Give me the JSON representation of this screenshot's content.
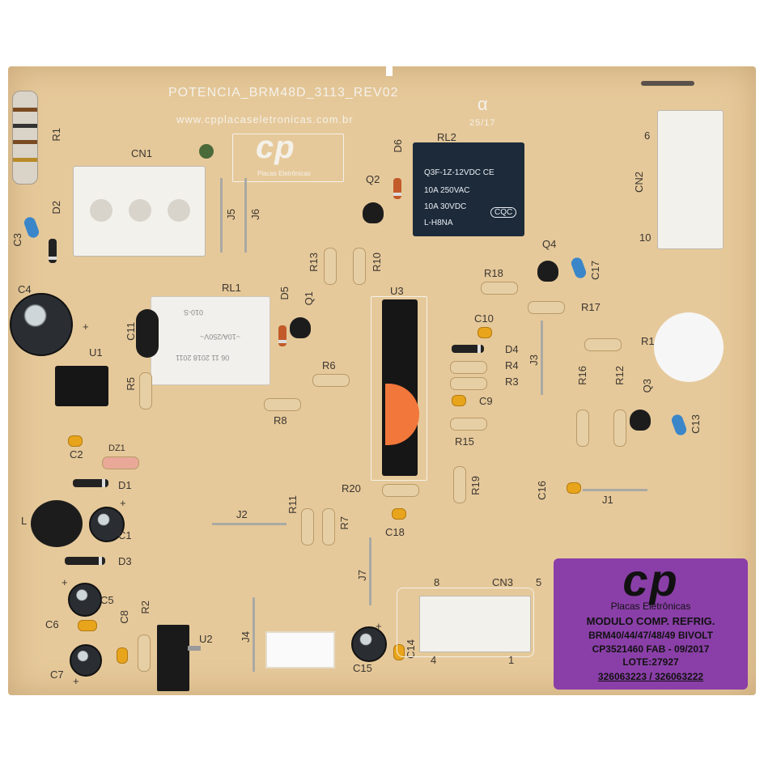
{
  "board": {
    "title": "POTENCIA_BRM48D_3113_REV02",
    "website": "www.cpplacaseletronicas.com.br",
    "alpha_mark": "α",
    "date_code": "25/17",
    "silk_logo": "cp",
    "silk_logo_sub": "Placas Eletrônicas"
  },
  "relays": {
    "rl2": {
      "line1": "Q3F-1Z-12VDC CE",
      "line2": "10A 250VAC",
      "line3": "10A 30VDC",
      "line4": "L-H8NA",
      "badge": "CQC"
    },
    "rl1": {
      "line1": "010-S",
      "line2": "~10A/250V~",
      "line3": "06 11 2018 2011"
    }
  },
  "labels": {
    "r1": "R1",
    "d2": "D2",
    "c3": "C3",
    "c4": "C4",
    "u1": "U1",
    "r5": "R5",
    "c11": "C11",
    "cn1": "CN1",
    "j5": "J5",
    "j6": "J6",
    "rl1": "RL1",
    "d5": "D5",
    "q1": "Q1",
    "r13": "R13",
    "r10": "R10",
    "q2": "Q2",
    "d6": "D6",
    "rl2": "RL2",
    "cn2": "CN2",
    "pin6": "6",
    "pin10": "10",
    "q4": "Q4",
    "c17": "C17",
    "r18": "R18",
    "r17": "R17",
    "u3": "U3",
    "c10": "C10",
    "d4": "D4",
    "r4": "R4",
    "r3": "R3",
    "c9": "C9",
    "j3": "J3",
    "r15": "R15",
    "r6": "R6",
    "r8": "R8",
    "r1b": "R1",
    "r16": "R16",
    "r12": "R12",
    "q3": "Q3",
    "c13": "C13",
    "c2": "C2",
    "dz1": "DZ1",
    "d1": "D1",
    "l": "L",
    "c1": "C1",
    "d3": "D3",
    "r11": "R11",
    "r7": "R7",
    "j2": "J2",
    "r20": "R20",
    "r19": "R19",
    "c18": "C18",
    "c16": "C16",
    "j1": "J1",
    "j7": "J7",
    "c5": "C5",
    "c6": "C6",
    "c8": "C8",
    "r2": "R2",
    "u2": "U2",
    "c7": "C7",
    "j4": "J4",
    "c15": "C15",
    "c14": "C14",
    "cn3": "CN3",
    "pin8": "8",
    "pin5": "5",
    "pin4": "4",
    "pin1": "1",
    "plus": "+"
  },
  "sticker": {
    "logo": "cp",
    "brand": "Placas Eletrônicas",
    "line1": "MODULO COMP. REFRIG.",
    "line2": "BRM40/44/47/48/49  BIVOLT",
    "line3": "CP3521460  FAB - 09/2017",
    "line4": "LOTE:27927",
    "line5": "326063223 / 326063222",
    "color": "#8a3fa8"
  },
  "colors": {
    "pcb": "#e6c99a",
    "silkscreen": "#f4f1ea",
    "relay_blue": "#1d2a3a",
    "relay_white": "#f2f0ec"
  }
}
